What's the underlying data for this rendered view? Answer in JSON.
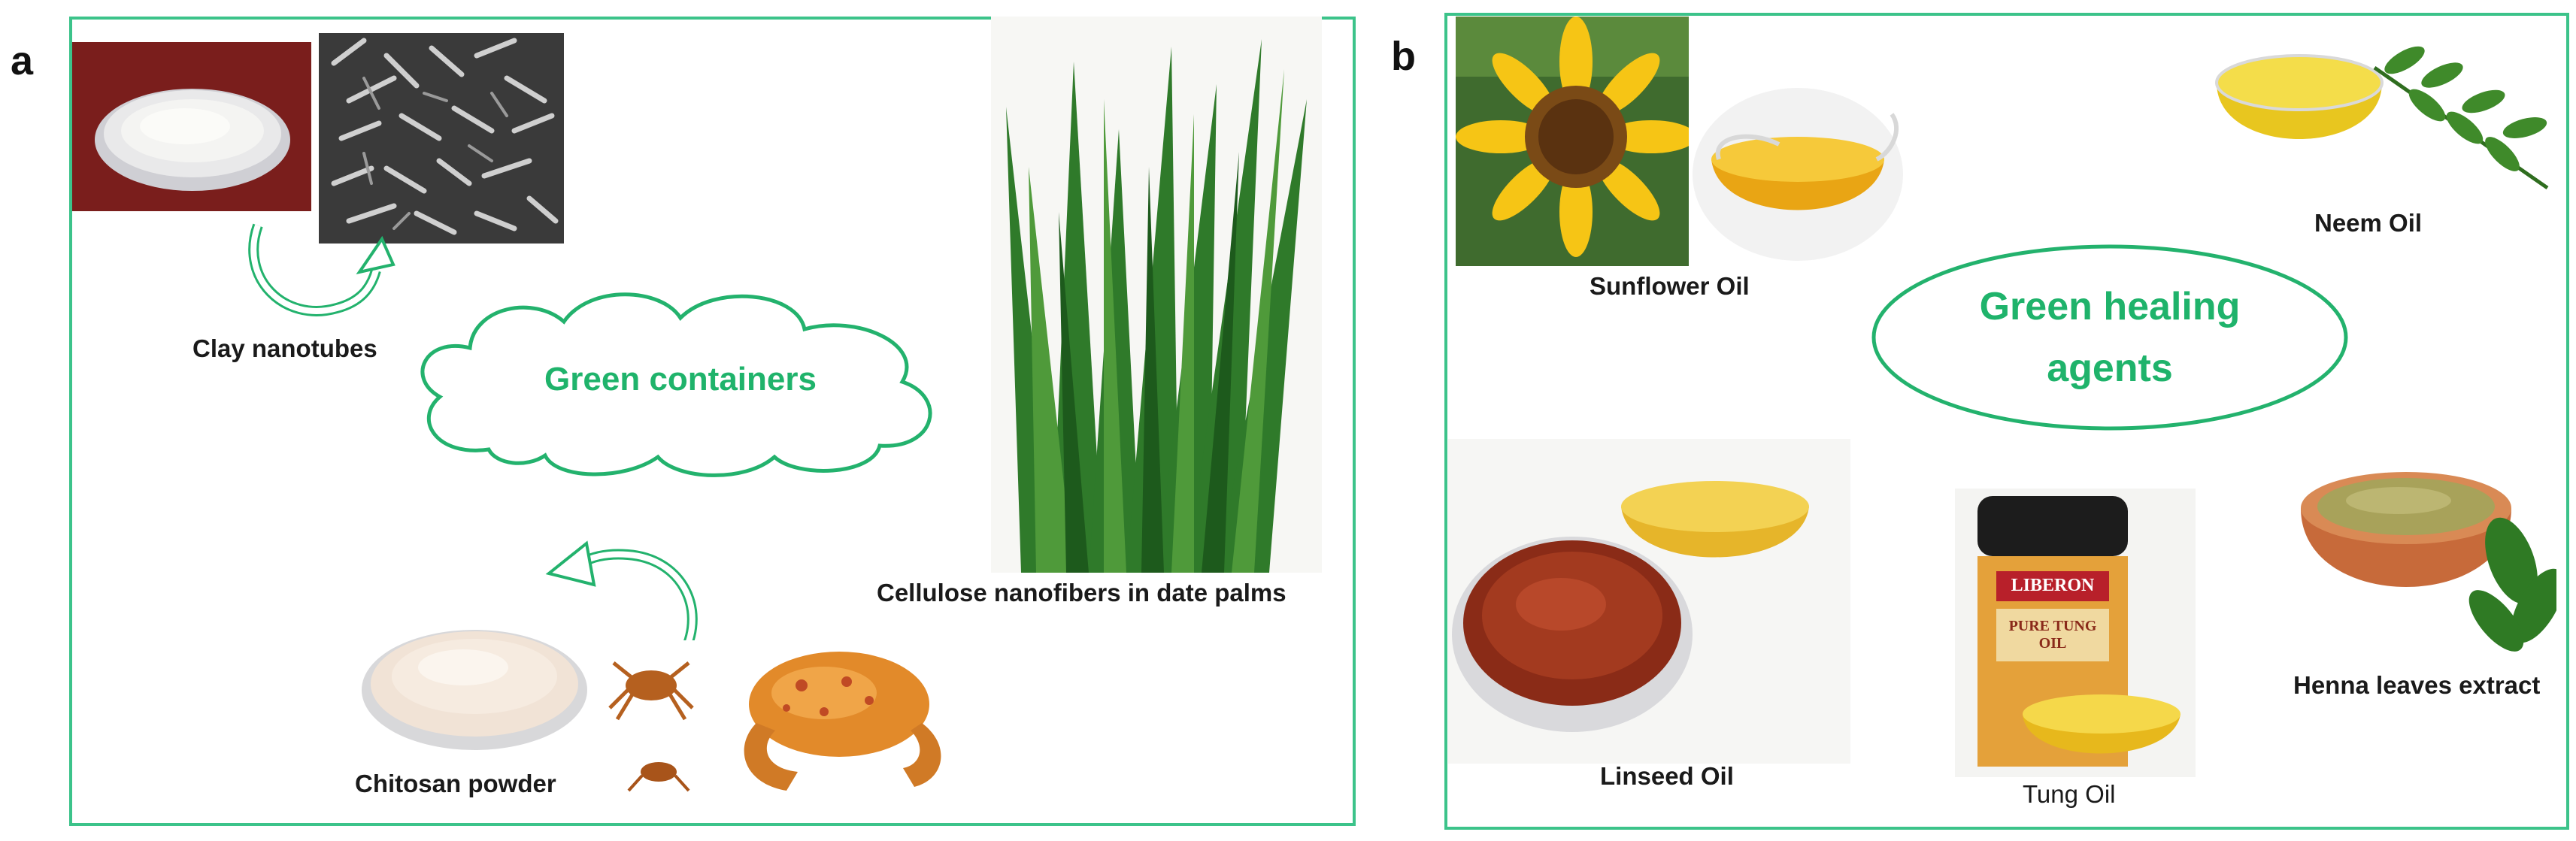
{
  "panel_a": {
    "letter": "a",
    "center_label": "Green containers",
    "items": {
      "clay": "Clay nanotubes",
      "cellulose": "Cellulose nanofibers in date palms",
      "chitosan": "Chitosan powder"
    }
  },
  "panel_b": {
    "letter": "b",
    "center_label_line1": "Green healing",
    "center_label_line2": "agents",
    "items": {
      "sunflower": "Sunflower Oil",
      "neem": "Neem Oil",
      "linseed": "Linseed Oil",
      "tung": "Tung Oil",
      "henna": "Henna leaves extract",
      "tin_brand": "LIBERON",
      "tin_text": "PURE TUNG OIL"
    }
  },
  "colors": {
    "frame": "#3cc38a",
    "accent_green": "#1fb36b"
  }
}
